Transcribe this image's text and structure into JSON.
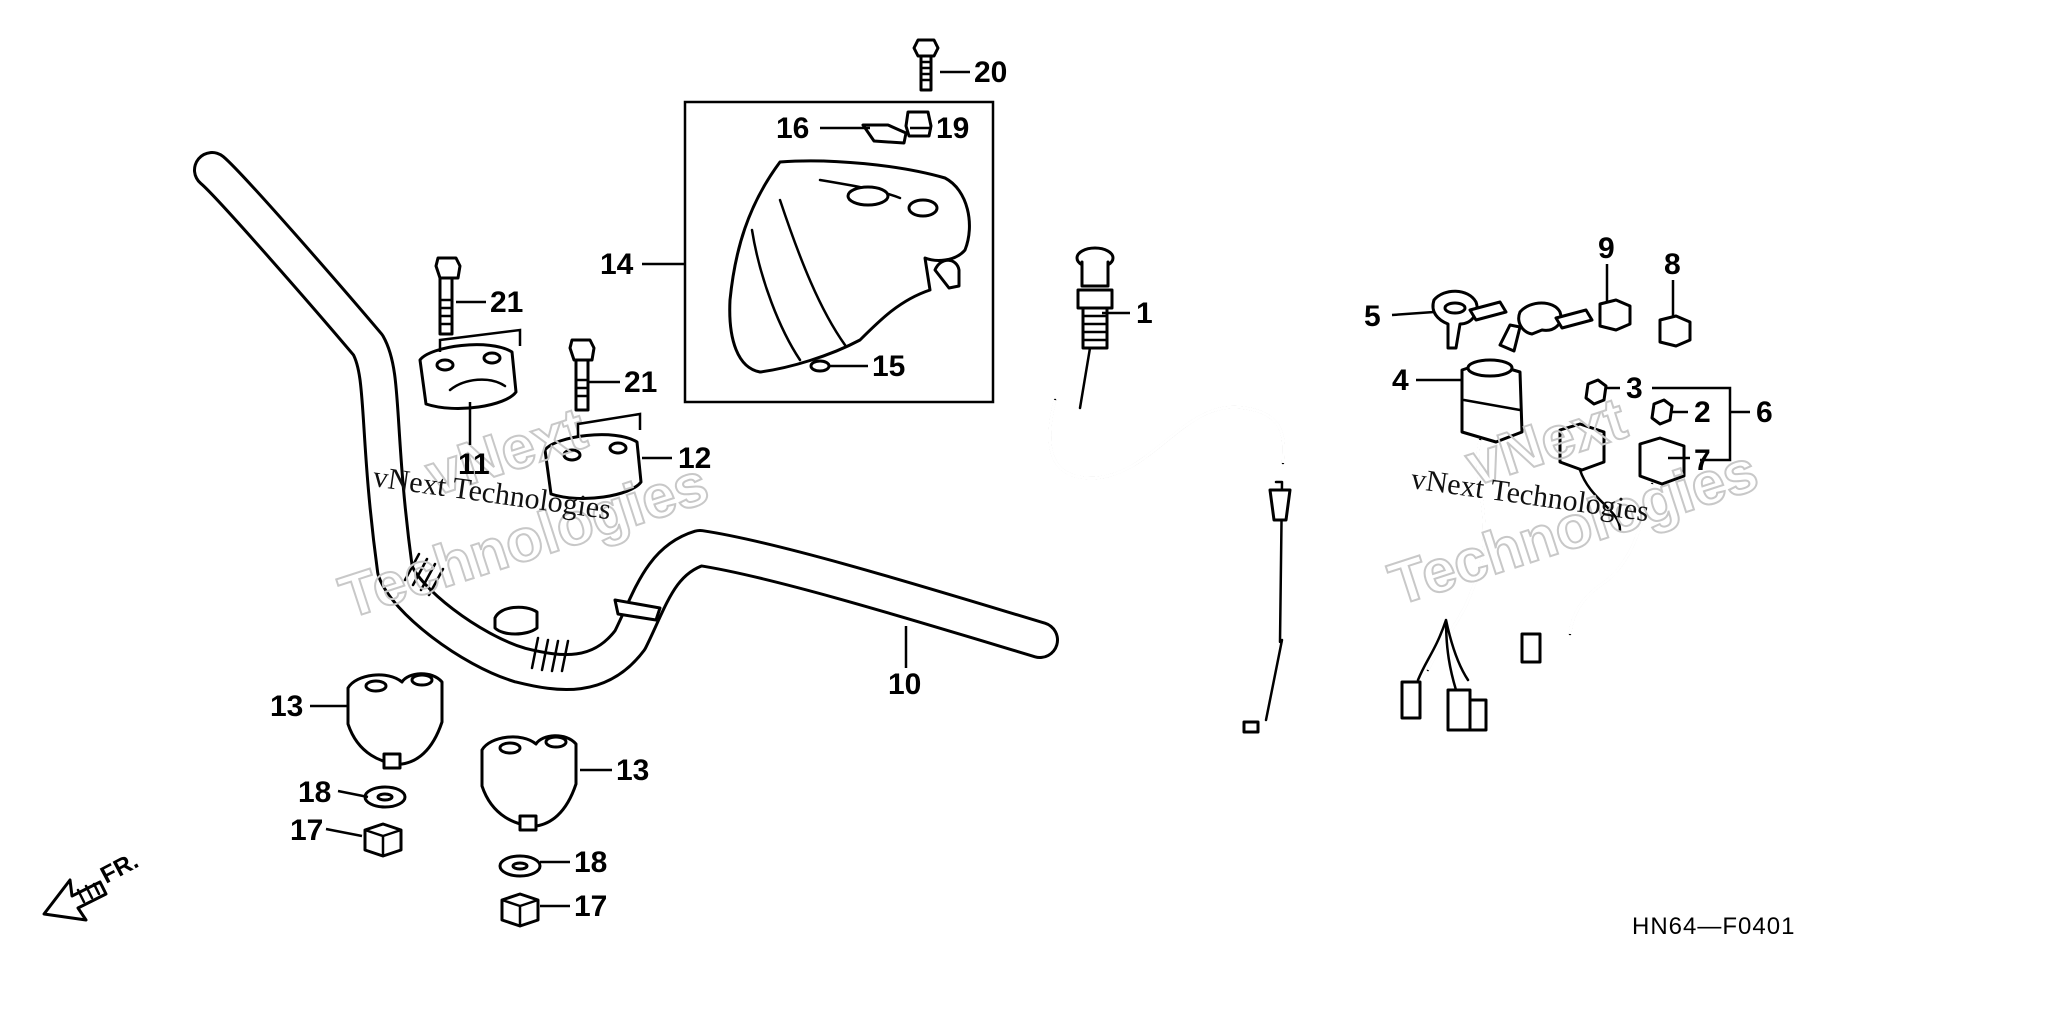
{
  "diagram": {
    "drawing_code": "HN64—F0401",
    "direction_marker": "FR.",
    "watermark": {
      "line1": "vNext",
      "line2": "Technologies",
      "caption": "vNext Technologies"
    },
    "callouts": [
      {
        "id": "c1",
        "label": "1"
      },
      {
        "id": "c2",
        "label": "2"
      },
      {
        "id": "c3",
        "label": "3"
      },
      {
        "id": "c4",
        "label": "4"
      },
      {
        "id": "c5",
        "label": "5"
      },
      {
        "id": "c6",
        "label": "6"
      },
      {
        "id": "c7",
        "label": "7"
      },
      {
        "id": "c8",
        "label": "8"
      },
      {
        "id": "c9",
        "label": "9"
      },
      {
        "id": "c10",
        "label": "10"
      },
      {
        "id": "c11",
        "label": "11"
      },
      {
        "id": "c12",
        "label": "12"
      },
      {
        "id": "c13a",
        "label": "13"
      },
      {
        "id": "c13b",
        "label": "13"
      },
      {
        "id": "c14",
        "label": "14"
      },
      {
        "id": "c15",
        "label": "15"
      },
      {
        "id": "c16",
        "label": "16"
      },
      {
        "id": "c17a",
        "label": "17"
      },
      {
        "id": "c17b",
        "label": "17"
      },
      {
        "id": "c18a",
        "label": "18"
      },
      {
        "id": "c18b",
        "label": "18"
      },
      {
        "id": "c19",
        "label": "19"
      },
      {
        "id": "c20",
        "label": "20"
      },
      {
        "id": "c21a",
        "label": "21"
      },
      {
        "id": "c21b",
        "label": "21"
      }
    ]
  }
}
